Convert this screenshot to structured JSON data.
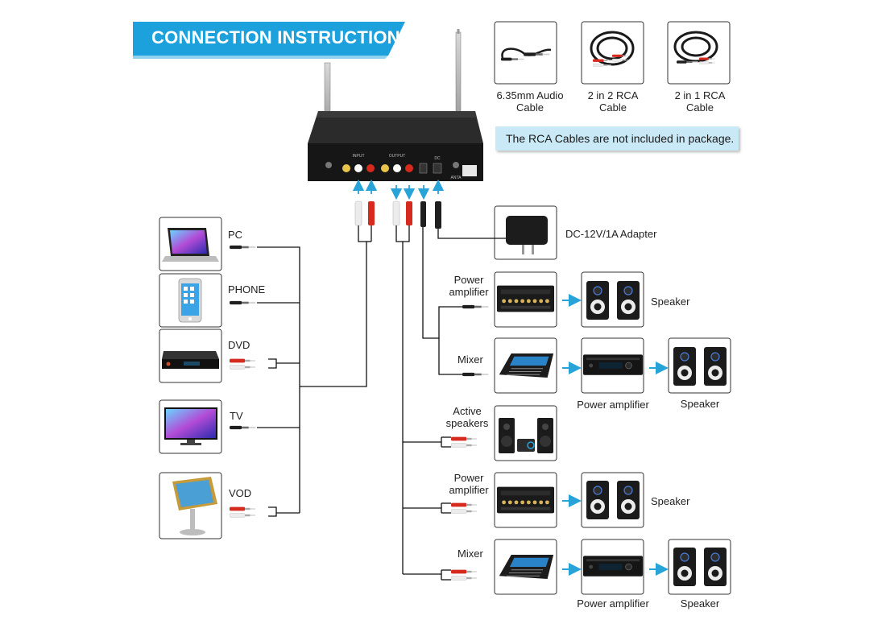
{
  "banner": {
    "title": "CONNECTION INSTRUCTION"
  },
  "cables": [
    {
      "label": "6.35mm Audio\nCable",
      "icon": "audio-cable-icon"
    },
    {
      "label": "2 in 2 RCA\nCable",
      "icon": "rca-2in2-cable-icon"
    },
    {
      "label": "2 in 1 RCA\nCable",
      "icon": "rca-2in1-cable-icon"
    }
  ],
  "note": "The RCA Cables are not included in package.",
  "adapter": {
    "label": "DC-12V/1A Adapter"
  },
  "receiver_panel": {
    "input_label": "INPUT",
    "output_label": "OUTPUT",
    "dc_label": "DC",
    "antenna_label": "ANTA"
  },
  "sources": [
    {
      "label": "PC",
      "icon": "laptop-icon"
    },
    {
      "label": "PHONE",
      "icon": "phone-icon"
    },
    {
      "label": "DVD",
      "icon": "dvd-player-icon"
    },
    {
      "label": "TV",
      "icon": "tv-icon"
    },
    {
      "label": "VOD",
      "icon": "vod-kiosk-icon"
    }
  ],
  "outputs": {
    "power_amp_1": "Power\namplifier",
    "speaker_1": "Speaker",
    "mixer_1": "Mixer",
    "power_amp_label_1": "Power amplifier",
    "speaker_2": "Speaker",
    "active_speakers": "Active\nspeakers",
    "power_amp_2": "Power\namplifier",
    "speaker_3": "Speaker",
    "mixer_2": "Mixer",
    "power_amp_label_2": "Power amplifier",
    "speaker_4": "Speaker"
  },
  "colors": {
    "banner": "#1da1dc",
    "arrow": "#27a3d8",
    "note_bg": "#c9e9f7",
    "rca_red": "#d62a1e",
    "rca_white": "#e6e6e6",
    "device_dark": "#1c1c1c"
  }
}
